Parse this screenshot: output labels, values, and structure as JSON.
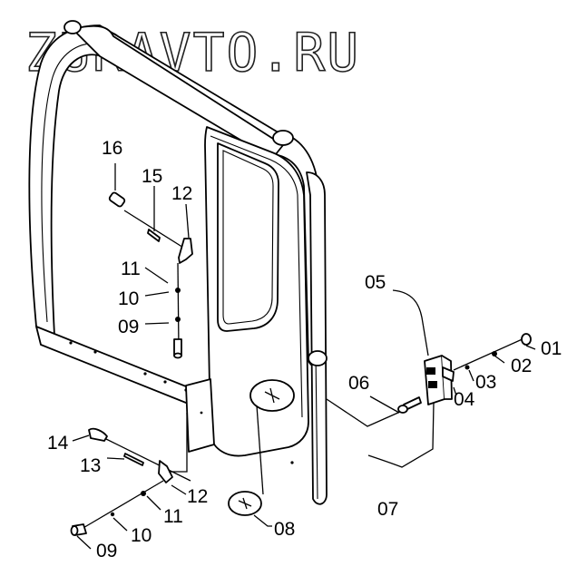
{
  "watermark": "ZURAVTO.RU",
  "callouts": {
    "c01": "01",
    "c02": "02",
    "c03": "03",
    "c04": "04",
    "c05": "05",
    "c06": "06",
    "c07": "07",
    "c08": "08",
    "c09a": "09",
    "c09b": "09",
    "c10a": "10",
    "c10b": "10",
    "c11a": "11",
    "c11b": "11",
    "c12a": "12",
    "c12b": "12",
    "c13": "13",
    "c14": "14",
    "c15": "15",
    "c16": "16"
  }
}
